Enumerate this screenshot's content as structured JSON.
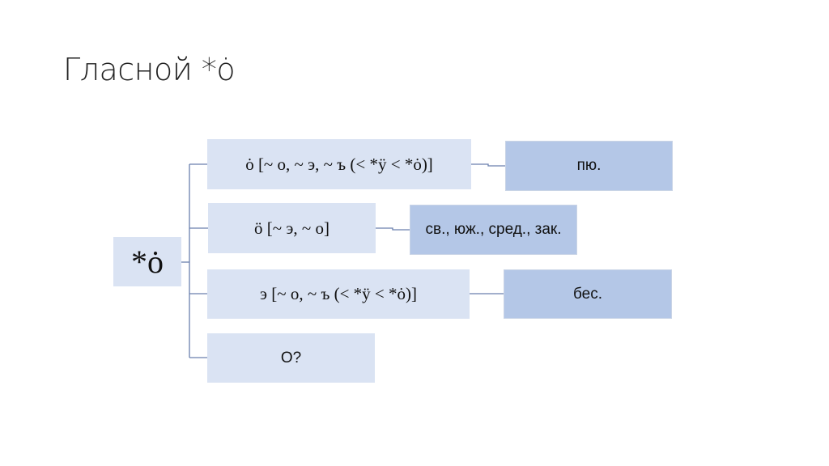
{
  "title": "Гласной *ȯ",
  "root": "*ȯ",
  "branches": [
    {
      "label": "ȯ [~ о, ~ э, ~ ъ (< *ӱ < *ȯ)]",
      "region": "пю."
    },
    {
      "label": "ӧ [~ э, ~ о]",
      "region": "св., юж., сред., зак."
    },
    {
      "label": "э [~ о, ~ ъ (< *ӱ < *ȯ)]",
      "region": "бес."
    },
    {
      "label": "О?"
    }
  ],
  "colors": {
    "light": "#dae3f3",
    "dark": "#b4c7e7",
    "line": "#6a7fae"
  }
}
